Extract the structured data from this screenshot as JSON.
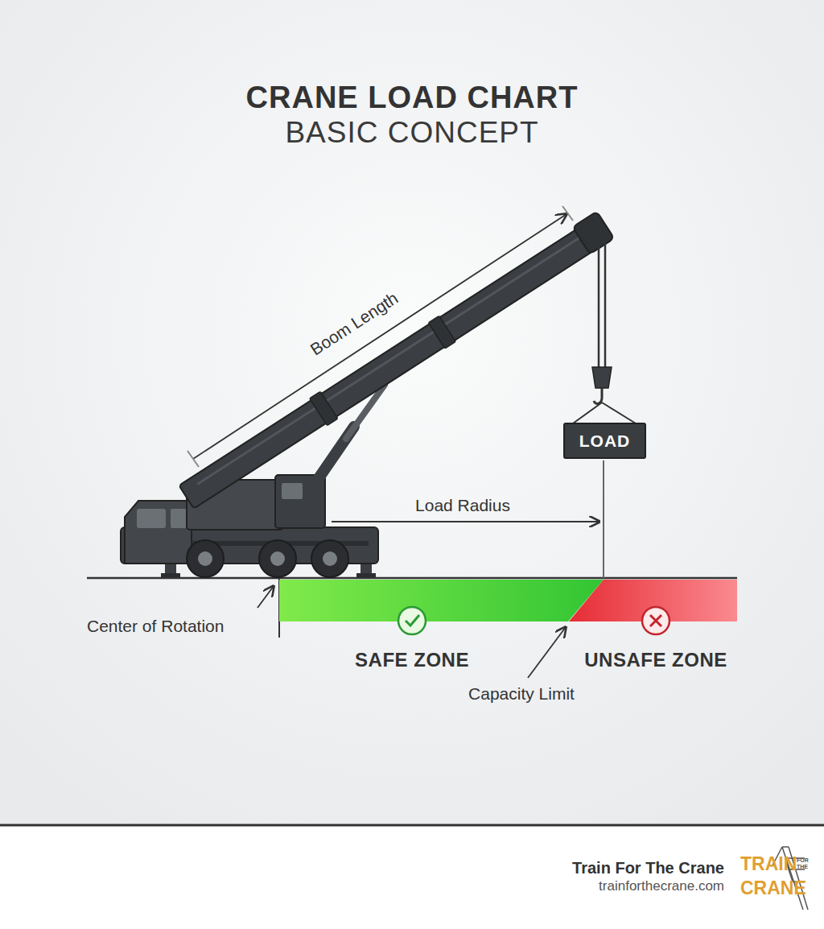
{
  "diagram": {
    "title": "CRANE LOAD CHART",
    "nodes": [
      {
        "text": [
          "LOAD"
        ]
      },
      {
        "text": [
          "SAFE ZONE"
        ]
      },
      {
        "text": [
          "UNSAFE ZONE"
        ]
      }
    ],
    "labels": [
      "BASIC CONCEPT",
      "Boom Length",
      "Load Radius",
      "Center of Rotation",
      "Capacity Limit",
      "Train For The Crane",
      "trainforthecrane.com",
      "TRAIN",
      "FOR THE",
      "CRANE"
    ]
  }
}
